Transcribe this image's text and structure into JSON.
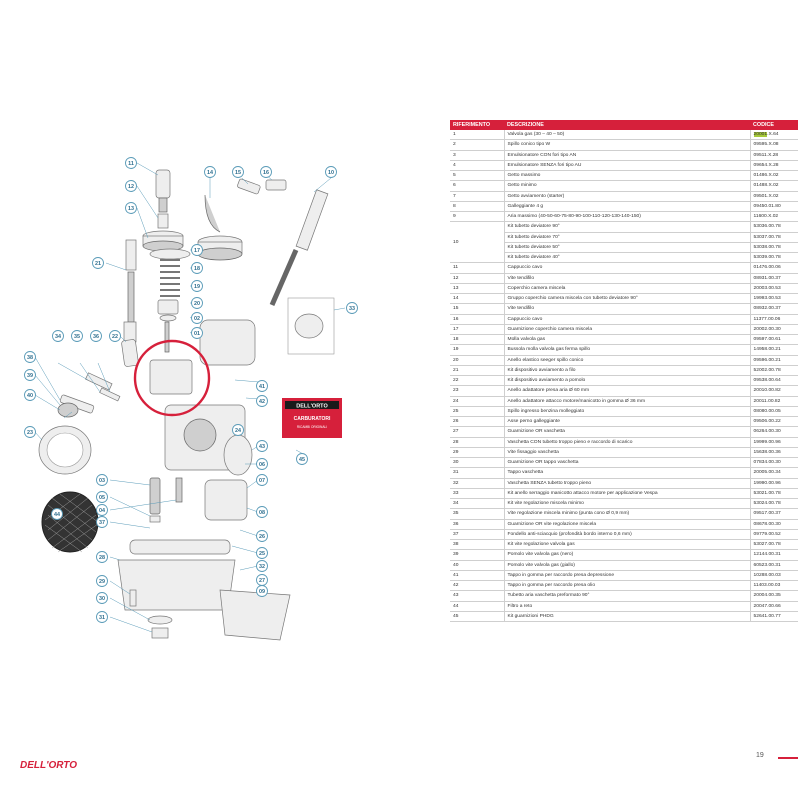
{
  "table": {
    "headers": {
      "ref": "RIFERIMENTO",
      "desc": "DESCRIZIONE",
      "code": "CODICE"
    },
    "rows": [
      {
        "ref": "1",
        "desc": "Valvola gas (30 – 40 – 50)",
        "code_hl": "20001",
        "code": ".X.64"
      },
      {
        "ref": "2",
        "desc": "Spillo conico tipo W",
        "code": "09595.X.08"
      },
      {
        "ref": "3",
        "desc": "Emulsionatore CON fori tipo AN",
        "code": "09511.X.28"
      },
      {
        "ref": "4",
        "desc": "Emulsionatore SENZA fori tipo AU",
        "code": "09654.X.28"
      },
      {
        "ref": "5",
        "desc": "Getto massimo",
        "code": "01486.X.02"
      },
      {
        "ref": "6",
        "desc": "Getto minimo",
        "code": "01488.X.02"
      },
      {
        "ref": "7",
        "desc": "Getto avviamento (starter)",
        "code": "09501.X.02"
      },
      {
        "ref": "8",
        "desc": "Galleggiante 4 g",
        "code": "09450.01.80"
      },
      {
        "ref": "9",
        "desc": "Aria massimo (40-50-60-75-80-90-100-110-120-130-140-150)",
        "code": "11600.X.02"
      },
      {
        "ref": "10",
        "desc": "Kit tubetto deviatore 90°",
        "code": "53036.00.78",
        "rowspan": 4
      },
      {
        "desc": "Kit tubetto deviatore 70°",
        "code": "53037.00.78"
      },
      {
        "desc": "Kit tubetto deviatore 50°",
        "code": "53038.00.78"
      },
      {
        "desc": "Kit tubetto deviatore 40°",
        "code": "53039.00.78"
      },
      {
        "ref": "11",
        "desc": "Cappuccio cavo",
        "code": "01476.00.06"
      },
      {
        "ref": "12",
        "desc": "Vite tendifilo",
        "code": "08931.00.37"
      },
      {
        "ref": "13",
        "desc": "Coperchio camera miscela",
        "code": "20003.00.53"
      },
      {
        "ref": "14",
        "desc": "Gruppo coperchio camera miscela con tubetto deviatore 90°",
        "code": "19993.00.53"
      },
      {
        "ref": "15",
        "desc": "Vite tendifilo",
        "code": "08932.00.37"
      },
      {
        "ref": "16",
        "desc": "Cappuccio cavo",
        "code": "11377.00.06"
      },
      {
        "ref": "17",
        "desc": "Guarnizione coperchio camera miscela",
        "code": "20002.00.30"
      },
      {
        "ref": "18",
        "desc": "Molla valvola gas",
        "code": "09597.00.61"
      },
      {
        "ref": "19",
        "desc": "Bussola molla valvola gas ferma spillo",
        "code": "14958.00.21"
      },
      {
        "ref": "20",
        "desc": "Anello elastico seeger spillo conico",
        "code": "09596.00.21"
      },
      {
        "ref": "21",
        "desc": "Kit dispositivo avviamento a filo",
        "code": "52002.00.78"
      },
      {
        "ref": "22",
        "desc": "Kit dispositivo avviamento a pomolo",
        "code": "09538.00.64"
      },
      {
        "ref": "23",
        "desc": "Anello adattatore presa aria Ø 60 mm",
        "code": "20010.00.82"
      },
      {
        "ref": "24",
        "desc": "Anello adattatore attacco motore/manicotto in gomma Ø 36 mm",
        "code": "20011.00.82"
      },
      {
        "ref": "25",
        "desc": "Spillo ingresso benzina molleggiato",
        "code": "08080.00.05"
      },
      {
        "ref": "26",
        "desc": "Asse perno galleggiante",
        "code": "09506.00.22"
      },
      {
        "ref": "27",
        "desc": "Guarnizione OR vaschetta",
        "code": "06264.00.30"
      },
      {
        "ref": "28",
        "desc": "Vaschetta CON tubetto troppo pieno e raccordo di scarico",
        "code": "19999.00.96"
      },
      {
        "ref": "29",
        "desc": "Vite fissaggio vaschetta",
        "code": "15638.00.36"
      },
      {
        "ref": "30",
        "desc": "Guarnizione OR tappo vaschetta",
        "code": "07834.00.30"
      },
      {
        "ref": "31",
        "desc": "Tappo vaschetta",
        "code": "20005.00.34"
      },
      {
        "ref": "32",
        "desc": "Vaschetta SENZA tubetto troppo pieno",
        "code": "19990.00.96"
      },
      {
        "ref": "33",
        "desc": "Kit anello serraggio manicotto attacco motore per applicazione Vespa",
        "code": "53021.00.78"
      },
      {
        "ref": "34",
        "desc": "Kit vite regolazione miscela minimo",
        "code": "53024.00.78"
      },
      {
        "ref": "35",
        "desc": "Vite regolazione miscela minimo (punta cono Ø 0,9 mm)",
        "code": "09517.00.37"
      },
      {
        "ref": "36",
        "desc": "Guarnizione OR vite regolazione miscela",
        "code": "08678.00.30"
      },
      {
        "ref": "37",
        "desc": "Fondello anti-sciacquio (profondità bordo interno 0,6 mm)",
        "code": "09779.00.52"
      },
      {
        "ref": "38",
        "desc": "Kit vite regolazione valvola gas",
        "code": "53027.00.78"
      },
      {
        "ref": "39",
        "desc": "Pomolo vite valvola gas (nero)",
        "code": "12144.00.31"
      },
      {
        "ref": "40",
        "desc": "Pomolo vite valvola gas (giallo)",
        "code": "60523.00.31"
      },
      {
        "ref": "41",
        "desc": "Tappo in gomma per raccordo presa depressione",
        "code": "10288.00.03"
      },
      {
        "ref": "42",
        "desc": "Tappo in gomma per raccordo presa olio",
        "code": "11403.00.03"
      },
      {
        "ref": "43",
        "desc": "Tubetto aria vaschetta preformato 90°",
        "code": "20004.00.35"
      },
      {
        "ref": "44",
        "desc": "Filtro a reto",
        "code": "20047.00.66"
      },
      {
        "ref": "45",
        "desc": "Kit guarnizioni PHDG",
        "code": "52641.00.77"
      }
    ]
  },
  "page_number": "19",
  "brand": {
    "logo_text": "DELL'ORTO",
    "box_line1": "DELL'ORTO",
    "box_line2": "CARBURATORI",
    "box_line3": "RICAMBI ORIGINALI"
  },
  "callouts": [
    "11",
    "12",
    "13",
    "14",
    "15",
    "16",
    "10",
    "17",
    "18",
    "19",
    "20",
    "21",
    "02",
    "01",
    "22",
    "34",
    "35",
    "36",
    "33",
    "38",
    "39",
    "40",
    "41",
    "42",
    "23",
    "43",
    "45",
    "06",
    "07",
    "03",
    "05",
    "04",
    "08",
    "37",
    "26",
    "44",
    "25",
    "32",
    "28",
    "27",
    "29",
    "30",
    "31",
    "09",
    "24"
  ],
  "colors": {
    "accent": "#d6203b",
    "highlight": "#a6c93a",
    "callout": "#2f6f8f"
  }
}
